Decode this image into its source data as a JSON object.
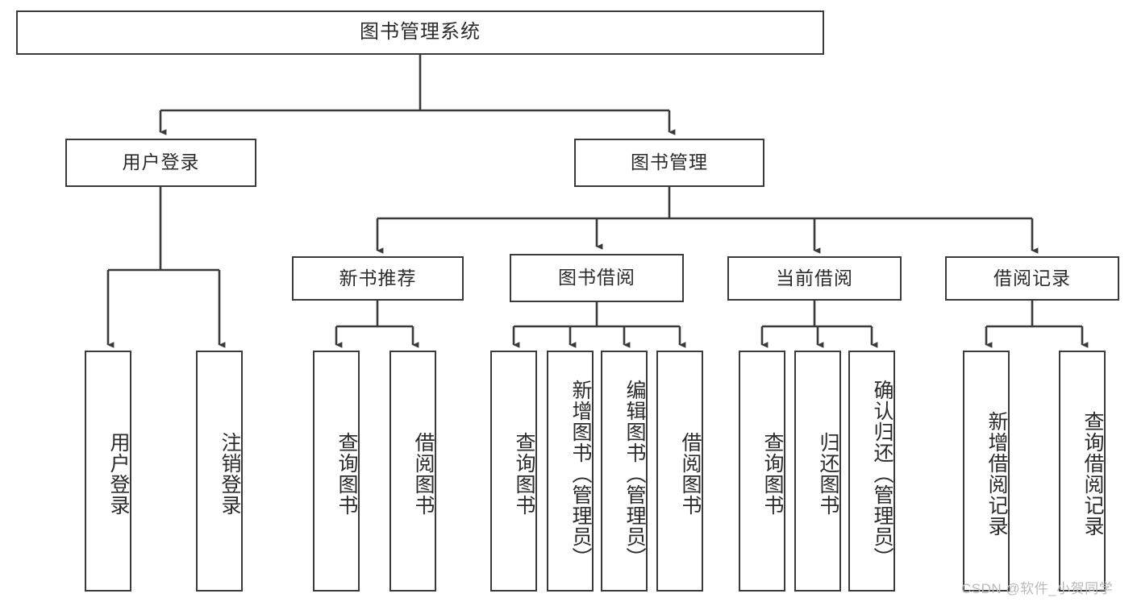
{
  "diagram": {
    "title": "图书管理系统",
    "type": "hierarchy-tree",
    "orientation": "top-down",
    "levels": 4,
    "colors": {
      "box_border": "#3a3a3a",
      "box_fill": "#ffffff",
      "text": "#2b2b2b",
      "edge": "#3a3a3a",
      "watermark": "#b9b9b9"
    }
  },
  "nodes": {
    "root": {
      "label": "图书管理系统"
    },
    "level2": [
      {
        "id": "user-login",
        "label": "用户登录"
      },
      {
        "id": "book-manage",
        "label": "图书管理"
      }
    ],
    "level3": [
      {
        "id": "new-book-recommend",
        "label": "新书推荐"
      },
      {
        "id": "book-borrow",
        "label": "图书借阅"
      },
      {
        "id": "current-borrow",
        "label": "当前借阅"
      },
      {
        "id": "borrow-record",
        "label": "借阅记录"
      }
    ],
    "leaves": {
      "user-login": [
        {
          "id": "leaf-user-login",
          "label": "用户登录"
        },
        {
          "id": "leaf-user-logout",
          "label": "注销登录"
        }
      ],
      "new-book-recommend": [
        {
          "id": "leaf-query-book-1",
          "label": "查询图书"
        },
        {
          "id": "leaf-borrow-book-1",
          "label": "借阅图书"
        }
      ],
      "book-borrow": [
        {
          "id": "leaf-query-book-2",
          "label": "查询图书"
        },
        {
          "id": "leaf-add-book",
          "label": "新增图书（管理员）"
        },
        {
          "id": "leaf-edit-book",
          "label": "编辑图书（管理员）"
        },
        {
          "id": "leaf-borrow-book-2",
          "label": "借阅图书"
        }
      ],
      "current-borrow": [
        {
          "id": "leaf-query-book-3",
          "label": "查询图书"
        },
        {
          "id": "leaf-return-book",
          "label": "归还图书"
        },
        {
          "id": "leaf-confirm-return",
          "label": "确认归还（管理员）"
        }
      ],
      "borrow-record": [
        {
          "id": "leaf-add-record",
          "label": "新增借阅记录"
        },
        {
          "id": "leaf-query-record",
          "label": "查询借阅记录"
        }
      ]
    }
  },
  "watermark": {
    "text": "CSDN @软件_小贺同学"
  }
}
